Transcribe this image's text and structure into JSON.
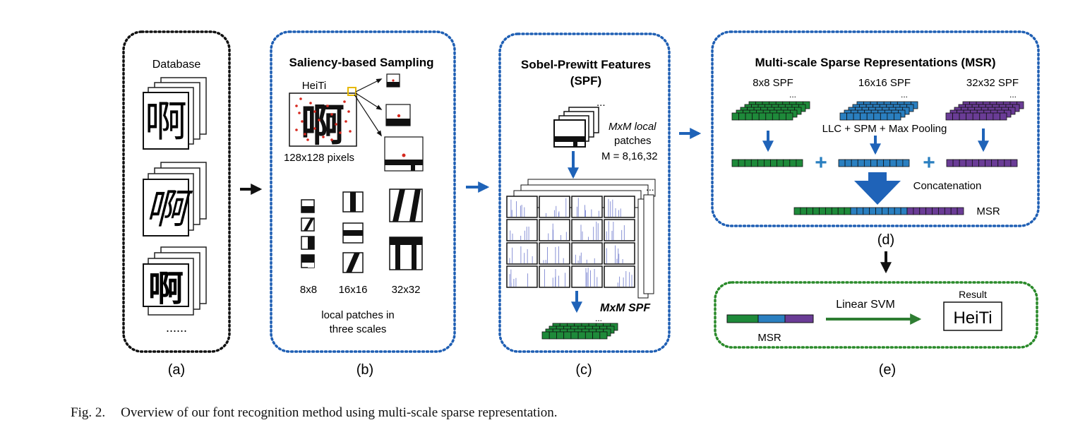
{
  "figure": {
    "panel_a": {
      "title": "Database",
      "glyph": "啊",
      "ellipsis": "......",
      "label": "(a)"
    },
    "panel_b": {
      "title": "Saliency-based Sampling",
      "font_name": "HeiTi",
      "size_label": "128x128 pixels",
      "scale_labels": [
        "8x8",
        "16x16",
        "32x32"
      ],
      "caption_line1": "local patches in",
      "caption_line2": "three scales",
      "label": "(b)"
    },
    "panel_c": {
      "title_line1": "Sobel-Prewitt Features",
      "title_line2": "(SPF)",
      "patch_line1": "MxM local",
      "patch_line2": "patches",
      "patch_line3": "M = 8,16,32",
      "ellipsis": "...",
      "output_label": "MxM SPF",
      "label": "(c)"
    },
    "panel_d": {
      "title": "Multi-scale Sparse Representations (MSR)",
      "scale_labels": [
        "8x8 SPF",
        "16x16 SPF",
        "32x32 SPF"
      ],
      "pooling_label": "LLC + SPM + Max Pooling",
      "concat_label": "Concatenation",
      "msr_label": "MSR",
      "plus_sign": "+",
      "label": "(d)"
    },
    "panel_e": {
      "msr_label": "MSR",
      "classifier_label": "Linear SVM",
      "result_title": "Result",
      "result_value": "HeiTi",
      "label": "(e)"
    },
    "colors": {
      "green": "#1e8a3a",
      "blue": "#2a7fc0",
      "purple": "#6a3c96",
      "dotted_blue": "#1f5fb4",
      "dotted_black": "#111111",
      "dotted_green": "#2a8a2a",
      "arrow_blue": "#1f63b8",
      "svm_arrow_green": "#2e7d32"
    }
  },
  "caption": {
    "label": "Fig. 2.",
    "text": "Overview of our font recognition method using multi-scale sparse representation."
  }
}
